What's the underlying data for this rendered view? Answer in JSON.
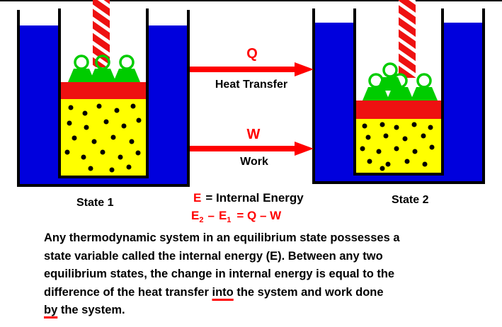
{
  "states": {
    "state1": "State 1",
    "state2": "State 2"
  },
  "arrows": {
    "q_symbol": "Q",
    "q_label": "Heat Transfer",
    "w_symbol": "W",
    "w_label": "Work"
  },
  "definition": {
    "symbol": "E",
    "text": "= Internal  Energy"
  },
  "equation": {
    "e2": "E",
    "e2_sub": "2",
    "minus1": "–",
    "e1": "E",
    "e1_sub": "1",
    "rhs": "=  Q  –  W"
  },
  "paragraph": {
    "line1": "Any thermodynamic system in an equilibrium state possesses a",
    "line2": "state variable called the internal energy (E).  Between any two",
    "line3": "equilibrium states, the change in internal energy is equal to the",
    "line4_before": "difference of the heat transfer ",
    "line4_into": "into",
    "line4_after": " the system and work done",
    "line5_by": "by",
    "line5_after": " the system."
  },
  "colors": {
    "water": "#0000dd",
    "gas": "#ffff00",
    "piston": "#ee1111",
    "weight": "#00cc00",
    "arrow": "#ff0000",
    "accent_text": "#ff0000"
  }
}
